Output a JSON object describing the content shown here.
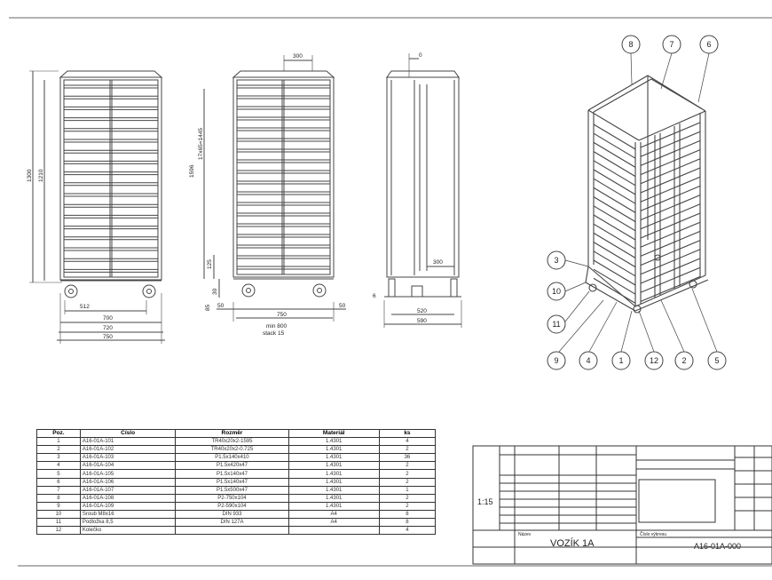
{
  "views": {
    "front": {
      "dim_height_total": "1300",
      "dim_height_inner": "1210",
      "dim_wheel_spacing": "512",
      "dim_inner_width": "700",
      "dim_outer_width": "720",
      "dim_base_width": "750"
    },
    "side": {
      "dim_top": "300",
      "dim_shelf_height": "1596",
      "dim_shelf_pitch": "17x65=1445",
      "dim_a": "125",
      "dim_b": "30",
      "dim_c": "85",
      "dim_left": "50",
      "dim_right": "50",
      "dim_width": "750",
      "dim_note": "min 800",
      "dim_note2": "stack 15"
    },
    "end": {
      "dim_top": "0",
      "dim_slot": "300",
      "dim_foot": "6",
      "dim_inner": "520",
      "dim_outer": "590"
    },
    "iso": {
      "balloons_top": [
        "8",
        "7",
        "6"
      ],
      "balloons_left": [
        "3",
        "10",
        "11"
      ],
      "balloons_bottom": [
        "9",
        "4",
        "1",
        "12",
        "2",
        "5"
      ]
    }
  },
  "bom": {
    "headers": [
      "Poz.",
      "Číslo",
      "Rozměr",
      "Materiál",
      "ks"
    ],
    "rows": [
      [
        "1",
        "A16-01A-101",
        "TR40x20x2-1595",
        "1.4301",
        "4"
      ],
      [
        "2",
        "A16-01A-102",
        "TR40x20x2-0.725",
        "1.4301",
        "2"
      ],
      [
        "3",
        "A16-01A-103",
        "P1.5x140x410",
        "1.4301",
        "36"
      ],
      [
        "4",
        "A16-01A-104",
        "P1.5x420x47",
        "1.4301",
        "2"
      ],
      [
        "5",
        "A16-01A-105",
        "P1.5x140x47",
        "1.4301",
        "2"
      ],
      [
        "6",
        "A16-01A-106",
        "P1.5x140x47",
        "1.4301",
        "2"
      ],
      [
        "7",
        "A16-01A-107",
        "P1.5x500x47",
        "1.4301",
        "1"
      ],
      [
        "8",
        "A16-01A-108",
        "P2-750x104",
        "1.4301",
        "2"
      ],
      [
        "9",
        "A16-01A-109",
        "P2-590x104",
        "1.4301",
        "2"
      ],
      [
        "10",
        "Šroub M8x16",
        "DIN 933",
        "A4",
        "8"
      ],
      [
        "11",
        "Podložka 8,5",
        "DIN 127A",
        "A4",
        "8"
      ],
      [
        "12",
        "Kolečko",
        "",
        "",
        "4"
      ]
    ]
  },
  "title_block": {
    "scale": "1:15",
    "project": "VOZÍK 1A",
    "drawing_number": "A16-01A-000",
    "label_name": "Název",
    "label_number": "Číslo výkresu"
  }
}
